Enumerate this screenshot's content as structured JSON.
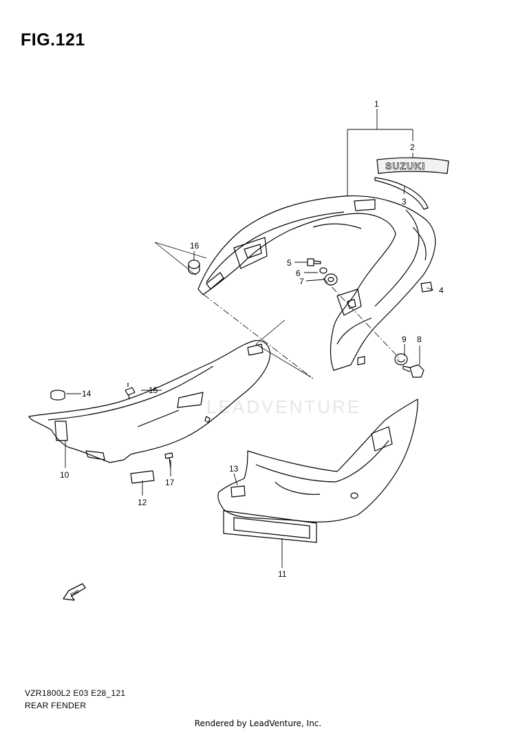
{
  "figure": {
    "title": "FIG.121"
  },
  "watermark": {
    "text": "LEADVENTURE"
  },
  "badge": {
    "text": "SUZUKI"
  },
  "fwd_mark": {
    "text": "FWD"
  },
  "callouts": [
    "1",
    "2",
    "3",
    "4",
    "5",
    "6",
    "7",
    "8",
    "9",
    "10",
    "11",
    "12",
    "13",
    "14",
    "15",
    "16",
    "17"
  ],
  "footer": {
    "model_code": "VZR1800L2 E03 E28_121",
    "section_name": "REAR FENDER",
    "credit": "Rendered by LeadVenture, Inc."
  }
}
